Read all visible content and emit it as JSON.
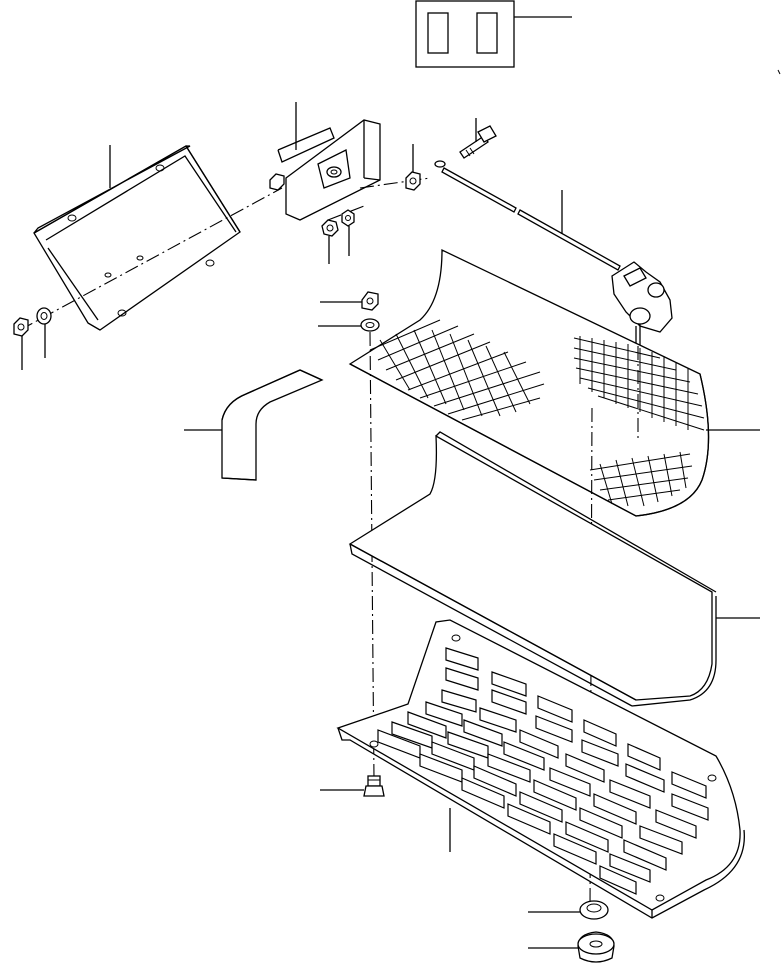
{
  "figure": {
    "kind": "exploded parts diagram",
    "callout_labels": [],
    "parts": [
      "fuse-box-icon",
      "top-cover-plate",
      "bracket-plate",
      "hinge-latch",
      "bolt",
      "nut",
      "washer",
      "long-rod",
      "latch-lever",
      "mesh-screen",
      "corner-seal",
      "cover-panel",
      "bottom-grille",
      "floor-mount-bolt",
      "rubber-mount",
      "rubber-bushing"
    ]
  }
}
